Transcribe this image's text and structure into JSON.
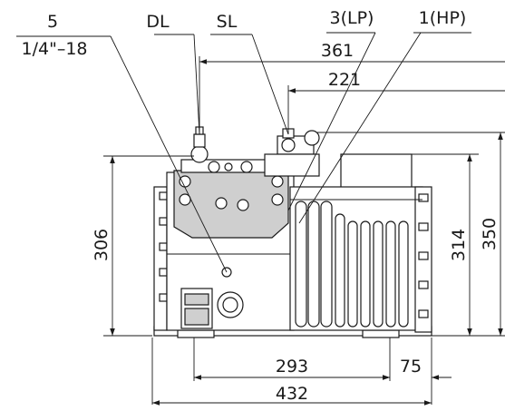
{
  "drawing": {
    "callouts": {
      "port_5_number": "5",
      "port_5_thread": "1/4\"–18",
      "dl": "DL",
      "sl": "SL",
      "lp": "3(LP)",
      "hp": "1(HP)"
    },
    "dimensions": {
      "d361": "361",
      "d221": "221",
      "d306": "306",
      "d314": "314",
      "d350": "350",
      "d293": "293",
      "d75": "75",
      "d432": "432"
    }
  }
}
